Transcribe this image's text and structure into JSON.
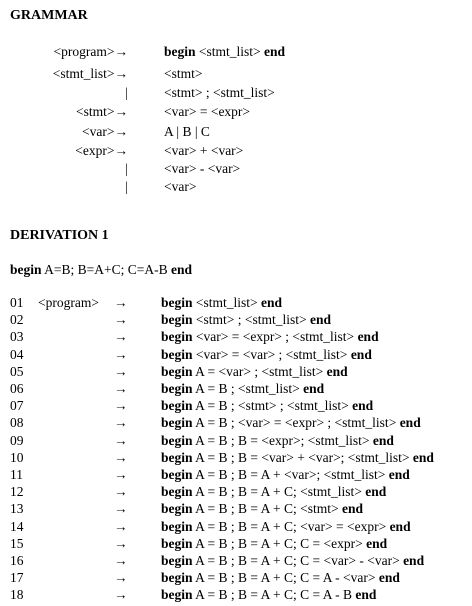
{
  "grammar": {
    "heading": "GRAMMAR",
    "rules": [
      {
        "left": "<program>→",
        "parts": [
          {
            "t": "begin",
            "b": true
          },
          {
            "t": " <stmt_list> ",
            "b": false
          },
          {
            "t": "end",
            "b": true
          }
        ]
      },
      {
        "left": "<stmt_list>→",
        "parts": [
          {
            "t": "<stmt>",
            "b": false
          }
        ]
      },
      {
        "left": "|",
        "parts": [
          {
            "t": "<stmt> ; <stmt_list>",
            "b": false
          }
        ]
      },
      {
        "left": "<stmt>→",
        "parts": [
          {
            "t": "<var> = <expr>",
            "b": false
          }
        ]
      },
      {
        "left": "<var>→",
        "parts": [
          {
            "t": "A | B | C",
            "b": false
          }
        ]
      },
      {
        "left": "<expr>→",
        "parts": [
          {
            "t": "<var> + <var>",
            "b": false
          }
        ]
      },
      {
        "left": "|",
        "parts": [
          {
            "t": "<var> - <var>",
            "b": false
          }
        ]
      },
      {
        "left": "|",
        "parts": [
          {
            "t": "<var>",
            "b": false
          }
        ]
      }
    ]
  },
  "derivation": {
    "heading": "DERIVATION 1",
    "sentence": [
      {
        "t": "begin",
        "b": true
      },
      {
        "t": " A=B; B=A+C; C=A-B ",
        "b": false
      },
      {
        "t": "end",
        "b": true
      }
    ],
    "start_symbol": "<program>",
    "arrow": "→",
    "steps": [
      {
        "n": "01",
        "parts": [
          {
            "t": "begin",
            "b": true
          },
          {
            "t": " <stmt_list> ",
            "b": false
          },
          {
            "t": "end",
            "b": true
          }
        ]
      },
      {
        "n": "02",
        "parts": [
          {
            "t": "begin",
            "b": true
          },
          {
            "t": " <stmt> ; <stmt_list> ",
            "b": false
          },
          {
            "t": "end",
            "b": true
          }
        ]
      },
      {
        "n": "03",
        "parts": [
          {
            "t": "begin",
            "b": true
          },
          {
            "t": " <var> = <expr> ; <stmt_list> ",
            "b": false
          },
          {
            "t": "end",
            "b": true
          }
        ]
      },
      {
        "n": "04",
        "parts": [
          {
            "t": "begin",
            "b": true
          },
          {
            "t": " <var> = <var> ; <stmt_list> ",
            "b": false
          },
          {
            "t": "end",
            "b": true
          }
        ]
      },
      {
        "n": "05",
        "parts": [
          {
            "t": "begin",
            "b": true
          },
          {
            "t": " A = <var> ; <stmt_list> ",
            "b": false
          },
          {
            "t": "end",
            "b": true
          }
        ]
      },
      {
        "n": "06",
        "parts": [
          {
            "t": "begin",
            "b": true
          },
          {
            "t": " A = B ; <stmt_list> ",
            "b": false
          },
          {
            "t": "end",
            "b": true
          }
        ]
      },
      {
        "n": "07",
        "parts": [
          {
            "t": "begin",
            "b": true
          },
          {
            "t": " A = B ; <stmt> ; <stmt_list> ",
            "b": false
          },
          {
            "t": "end",
            "b": true
          }
        ]
      },
      {
        "n": "08",
        "parts": [
          {
            "t": "begin",
            "b": true
          },
          {
            "t": " A = B ; <var> = <expr> ; <stmt_list> ",
            "b": false
          },
          {
            "t": "end",
            "b": true
          }
        ]
      },
      {
        "n": "09",
        "parts": [
          {
            "t": "begin",
            "b": true
          },
          {
            "t": " A = B ; B = <expr>; <stmt_list> ",
            "b": false
          },
          {
            "t": "end",
            "b": true
          }
        ]
      },
      {
        "n": "10",
        "parts": [
          {
            "t": "begin",
            "b": true
          },
          {
            "t": " A = B ; B = <var> + <var>; <stmt_list> ",
            "b": false
          },
          {
            "t": "end",
            "b": true
          }
        ]
      },
      {
        "n": "11",
        "parts": [
          {
            "t": "begin",
            "b": true
          },
          {
            "t": " A = B ; B = A + <var>; <stmt_list> ",
            "b": false
          },
          {
            "t": "end",
            "b": true
          }
        ]
      },
      {
        "n": "12",
        "parts": [
          {
            "t": "begin",
            "b": true
          },
          {
            "t": " A = B ; B = A + C; <stmt_list> ",
            "b": false
          },
          {
            "t": "end",
            "b": true
          }
        ]
      },
      {
        "n": "13",
        "parts": [
          {
            "t": "begin",
            "b": true
          },
          {
            "t": " A = B ; B = A + C; <stmt> ",
            "b": false
          },
          {
            "t": "end",
            "b": true
          }
        ]
      },
      {
        "n": "14",
        "parts": [
          {
            "t": "begin",
            "b": true
          },
          {
            "t": " A = B ; B = A + C; <var> = <expr> ",
            "b": false
          },
          {
            "t": "end",
            "b": true
          }
        ]
      },
      {
        "n": "15",
        "parts": [
          {
            "t": "begin",
            "b": true
          },
          {
            "t": " A = B ; B = A + C; C = <expr> ",
            "b": false
          },
          {
            "t": "end",
            "b": true
          }
        ]
      },
      {
        "n": "16",
        "parts": [
          {
            "t": "begin",
            "b": true
          },
          {
            "t": " A = B ; B = A + C; C = <var> - <var> ",
            "b": false
          },
          {
            "t": "end",
            "b": true
          }
        ]
      },
      {
        "n": "17",
        "parts": [
          {
            "t": "begin",
            "b": true
          },
          {
            "t": " A = B ; B = A + C; C = A - <var> ",
            "b": false
          },
          {
            "t": "end",
            "b": true
          }
        ]
      },
      {
        "n": "18",
        "parts": [
          {
            "t": "begin",
            "b": true
          },
          {
            "t": " A = B ; B = A + C; C = A - B ",
            "b": false
          },
          {
            "t": "end",
            "b": true
          }
        ]
      }
    ]
  }
}
